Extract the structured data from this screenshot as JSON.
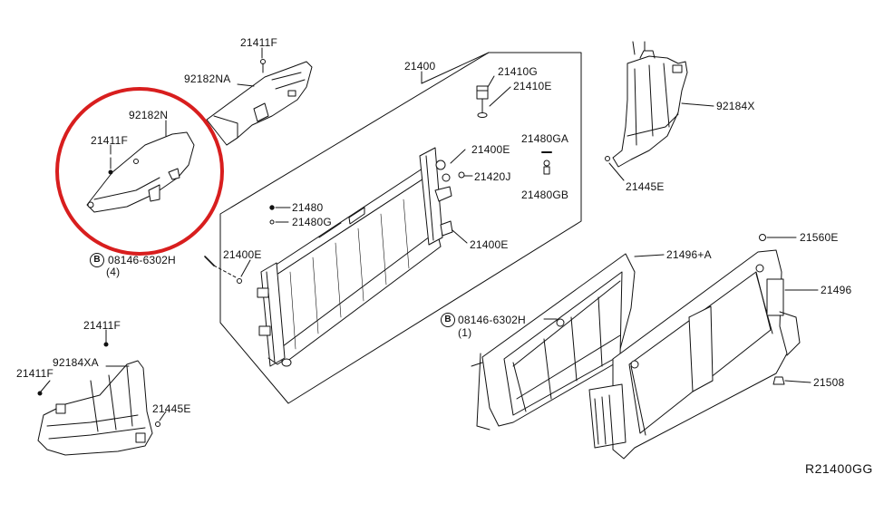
{
  "diagram": {
    "reference_code": "R21400GG",
    "highlight_color": "#d81e1e",
    "line_color": "#111111",
    "callouts": {
      "p21411f_top": "21411F",
      "p92182na": "92182NA",
      "p21400": "21400",
      "p21410g": "21410G",
      "p21410e": "21410E",
      "p92184x": "92184X",
      "p92182n": "92182N",
      "p21411f_circle": "21411F",
      "p21400e_a": "21400E",
      "p21480ga": "21480GA",
      "p21420j": "21420J",
      "p21480gb": "21480GB",
      "p21445e_right": "21445E",
      "p21480": "21480",
      "p21480g": "21480G",
      "p21400e_b": "21400E",
      "p21400e_c": "21400E",
      "p21560e": "21560E",
      "p21496pa": "21496+A",
      "p21496": "21496",
      "p21508": "21508",
      "p21411f_bl1": "21411F",
      "p92184xa": "92184XA",
      "p21411f_bl2": "21411F",
      "p21445e_left": "21445E"
    },
    "bolt_callouts": {
      "left": {
        "mark": "B",
        "part": "08146-6302H",
        "qty": "(4)"
      },
      "center": {
        "mark": "B",
        "part": "08146-6302H",
        "qty": "(1)"
      }
    }
  }
}
